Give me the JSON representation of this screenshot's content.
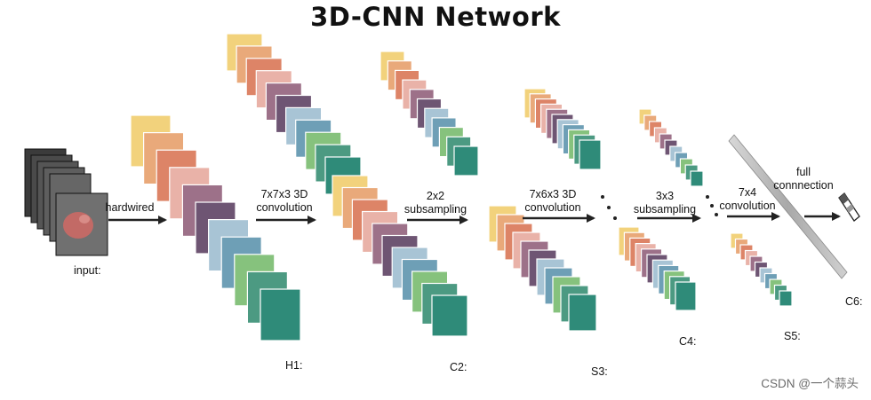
{
  "title": "3D-CNN  Network",
  "labels": {
    "input": "input:",
    "h1": "H1:",
    "c2": "C2:",
    "s3": "S3:",
    "c4": "C4:",
    "s5": "S5:",
    "c6": "C6:"
  },
  "operations": {
    "hardwired": "hardwired",
    "conv1": "7x7x3 3D\nconvolution",
    "sub1": "2x2\nsubsampling",
    "conv2": "7x6x3 3D\nconvolution",
    "sub2": "3x3\nsubsampling",
    "conv3": "7x4\nconvolution",
    "fc": "full\nconnnection"
  },
  "watermark": "CSDN @一个蒜头",
  "colors": {
    "palette": [
      "#f2d27c",
      "#e9a97a",
      "#dd8467",
      "#e9b2a8",
      "#9d7189",
      "#6e5573",
      "#a8c4d5",
      "#6e9fb6",
      "#86c27d",
      "#4c9a82",
      "#2f8b79"
    ],
    "arrow": "#222222",
    "fc_bar": "#bdbdbd"
  }
}
